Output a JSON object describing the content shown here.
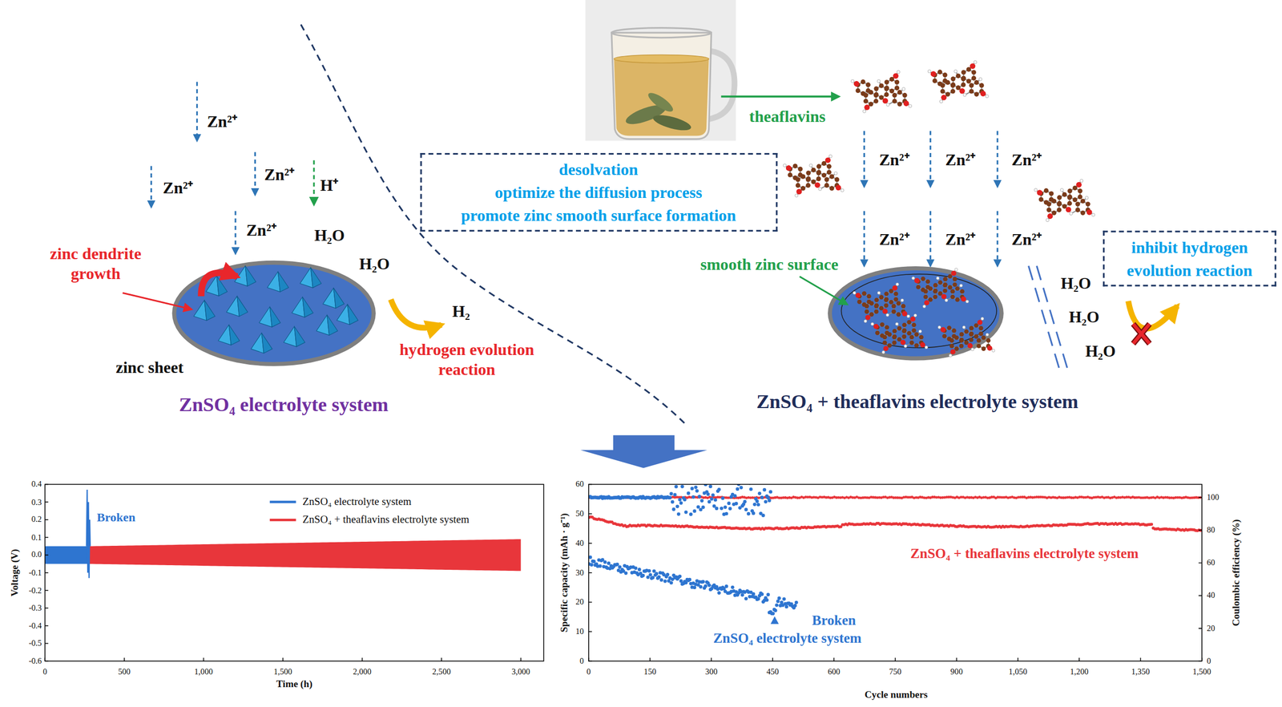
{
  "diagram": {
    "nodes": [
      {
        "text": [
          "desolvation",
          "optimize the diffusion process",
          "promote zinc smooth surface formation"
        ]
      },
      {
        "text": [
          "inhibit hydrogen evolution reaction"
        ]
      }
    ],
    "labels": [
      "Zn²⁺",
      "Zn²⁺",
      "Zn²⁺",
      "H⁺",
      "Zn²⁺",
      "H₂O",
      "zinc dendrite growth",
      "H₂O",
      "H₂",
      "hydrogen evolution reaction",
      "zinc sheet",
      "ZnSO₄ electrolyte system",
      "theaflavins",
      "Zn²⁺",
      "Zn²⁺",
      "Zn²⁺",
      "Zn²⁺",
      "Zn²⁺",
      "Zn²⁺",
      "smooth zinc surface",
      "H₂O",
      "H₂O",
      "H₂O",
      "ZnSO₄ + theaflavins electrolyte system",
      "0.4",
      "0.3",
      "0.2",
      "0.1",
      "0.0",
      "-0.1",
      "-0.2",
      "-0.3",
      "-0.4",
      "-0.5",
      "-0.6",
      "0",
      "500",
      "1,000",
      "1,500",
      "2,000",
      "2,500",
      "3,000",
      "Voltage (V)",
      "Time (h)",
      "Broken",
      "0",
      "10",
      "20",
      "30",
      "40",
      "50",
      "60",
      "0",
      "20",
      "40",
      "60",
      "80",
      "100",
      "0",
      "150",
      "300",
      "450",
      "600",
      "750",
      "900",
      "1,050",
      "1,200",
      "1,350",
      "1,500",
      "Specific capacity (mAh · g⁻¹)",
      "Coulombic efficiency (%)",
      "Cycle numbers",
      "ZnSO₄ + theaflavins electrolyte system",
      "Broken",
      "ZnSO₄ electrolyte system"
    ],
    "legend": [
      {
        "text": "ZnSO₄ electrolyte system"
      },
      {
        "text": "ZnSO₄ + theaflavins electrolyte system"
      }
    ]
  }
}
